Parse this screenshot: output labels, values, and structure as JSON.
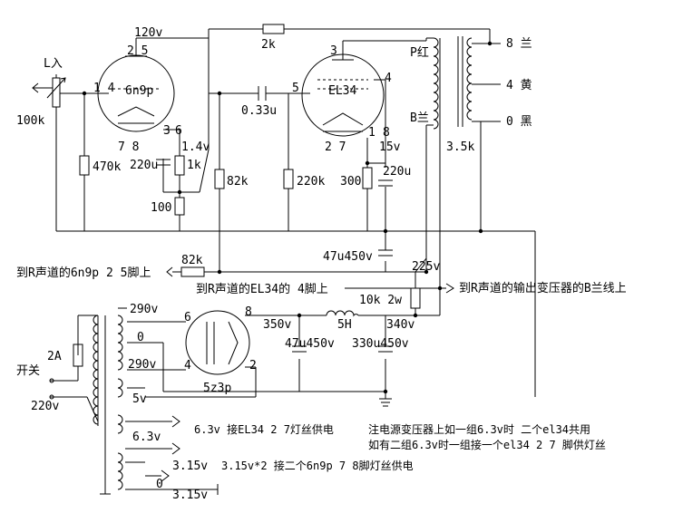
{
  "labels": {
    "l_in": "L入",
    "pot": "100k",
    "pins_6n9p_a": "2 5",
    "pins_6n9p_b": "1 4",
    "pins_6n9p_c": "7   8",
    "pins_6n9p_d": "3",
    "pins_6n9p_e": "6",
    "tube1": "6n9p",
    "b_120": "120v",
    "r_2k": "2k",
    "c_033": "0.33u",
    "r_470k": "470k",
    "v_14": "1.4v",
    "c_220u_a": "220u",
    "r_1k": "1k",
    "r_100": "100",
    "r_82k_a": "82k",
    "r_220k": "220k",
    "tube2": "EL34",
    "pin_el34_3": "3",
    "pin_el34_4": "4",
    "pin_el34_5": "5",
    "pins_el34_27": "2   7",
    "pin_el34_1": "1",
    "pin_el34_8": "8",
    "v_15": "15v",
    "r_300": "300",
    "c_220u_b": "220u",
    "p_red": "P红",
    "b_blue": "B兰",
    "r_35k": "3.5k",
    "out_8": "8 兰",
    "out_4": "4  黄",
    "out_0": "0  黑",
    "c_47u450": "47u450v",
    "v_225": "225v",
    "to_6n9p": "到R声道的6n9p 2 5脚上",
    "r_82k_b": "82k",
    "to_el34": "到R声道的EL34的 4脚上",
    "r_10k": "10k 2w",
    "to_trans": "到R声道的输出变压器的B兰线上",
    "v_290a": "290v",
    "v_0": "0",
    "v_290b": "290v",
    "pin_r_6": "6",
    "pin_r_4": "4",
    "pin_r_8": "8",
    "pin_r_2": "2",
    "v_350": "350v",
    "l_5h": "5H",
    "v_340": "340v",
    "c_47u450b": "47u450v",
    "c_330u450": "330u450v",
    "fuse": "2A",
    "switch": "开关",
    "mains": "220v",
    "v_5": "5v",
    "tube3": "5z3p",
    "v_63": "6.3v",
    "note_63": "6.3v 接EL34 2 7灯丝供电",
    "note_a": "注电源变压器上如一组6.3v时 二个el34共用",
    "note_b": "如有二组6.3v时一组接一个el34 2 7 脚供灯丝",
    "v_315a": "3.15v",
    "note_315": "3.15v*2 接二个6n9p 7 8脚灯丝供电",
    "v_0b": "0",
    "v_315b": "3.15v"
  }
}
